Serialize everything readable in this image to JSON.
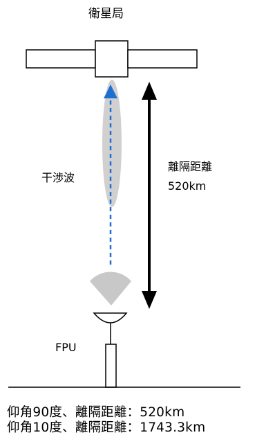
{
  "labels": {
    "satellite": "衛星局",
    "interference": "干渉波",
    "distance_title": "離隔距離",
    "distance_value": "520km",
    "fpu": "FPU"
  },
  "notes": [
    "仰角90度、離隔距離：520km",
    "仰角10度、離隔距離：1743.3km"
  ],
  "colors": {
    "interference_arrow": "#1f6fd1",
    "beam": "#c8c8c8",
    "outline": "#000000"
  }
}
